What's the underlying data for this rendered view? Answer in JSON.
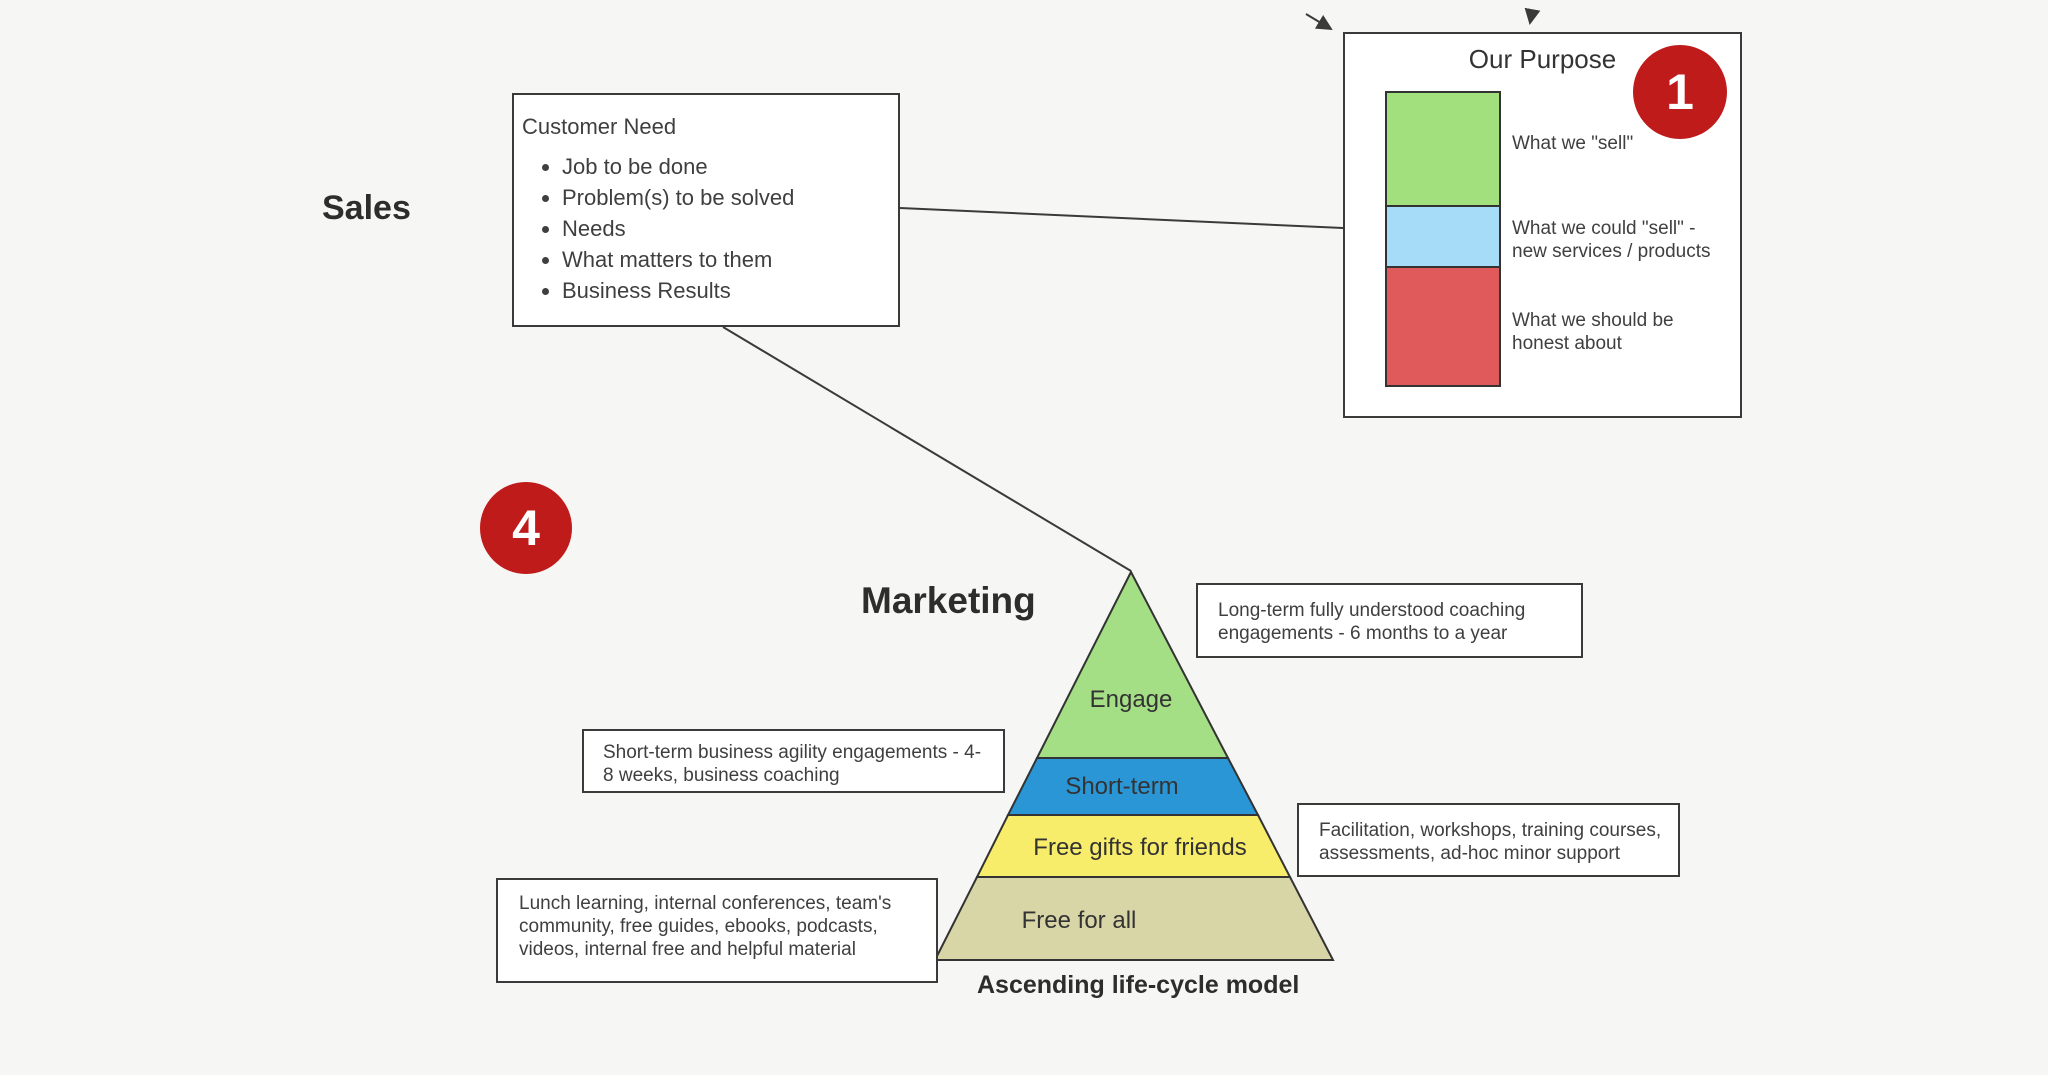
{
  "colors": {
    "background": "#f6f6f4",
    "badge_red": "#bf1b1b",
    "line": "#3a3a3a"
  },
  "headings": {
    "sales": "Sales",
    "marketing": "Marketing"
  },
  "badges": {
    "one": "1",
    "four": "4"
  },
  "customer_need": {
    "title": "Customer Need",
    "bullets": [
      "Job to be done",
      "Problem(s) to be solved",
      "Needs",
      "What matters to them",
      "Business Results"
    ]
  },
  "purpose": {
    "title": "Our Purpose",
    "items": [
      {
        "color": "#a2e07d",
        "label": "What we \"sell\""
      },
      {
        "color": "#a6dcf7",
        "label": "What we could \"sell\" -\nnew services / products"
      },
      {
        "color": "#e05a5b",
        "label": "What we should be\nhonest about"
      }
    ]
  },
  "pyramid": {
    "caption": "Ascending life-cycle model",
    "levels": [
      {
        "label": "Engage",
        "color": "#a5df85"
      },
      {
        "label": "Short-term",
        "color": "#2a96d6"
      },
      {
        "label": "Free gifts for friends",
        "color": "#f8ed6b"
      },
      {
        "label": "Free for all",
        "color": "#d8d5a7"
      }
    ]
  },
  "annotations": {
    "long_term": "Long-term fully understood coaching\nengagements - 6 months to a year",
    "short_term": "Short-term business agility engagements - 4-\n8 weeks, business coaching",
    "facilitation": "Facilitation, workshops, training courses,\nassessments, ad-hoc minor support",
    "lunch": "Lunch learning, internal conferences, team's\ncommunity, free guides, ebooks, podcasts,\nvideos, internal free and helpful material"
  }
}
